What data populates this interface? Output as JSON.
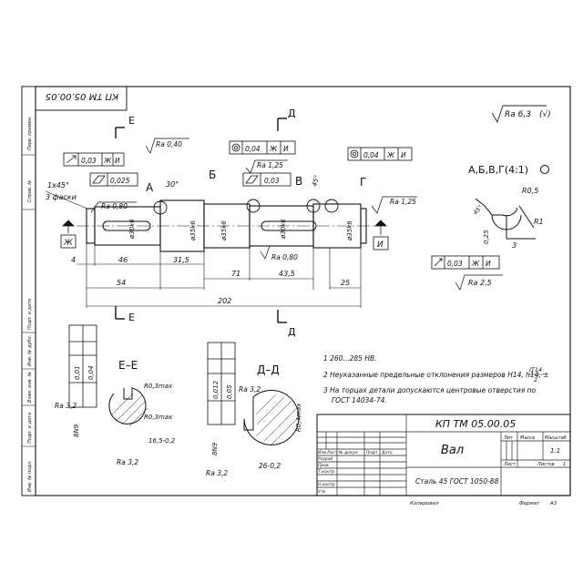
{
  "stamp_top": "КП ТМ 05.00.05",
  "roughness_general": "Ra 6,3",
  "section_marks": {
    "E": "Е",
    "D": "Д"
  },
  "views": {
    "main_letters": {
      "A": "А",
      "B": "Б",
      "V": "В",
      "G": "Г"
    },
    "detail_label": "А,Б,В,Г(4:1)",
    "section_EE": "Е–Е",
    "section_DD": "Д–Д",
    "datum_Zh": "Ж",
    "datum_I": "И"
  },
  "annotations": {
    "chamfer": "1x45°",
    "chamfer_note": "3 фаски",
    "angle30": "30°",
    "angle45": "45°",
    "ra080": "Ra 0,80",
    "ra040": "Ra 0,40",
    "ra125": "Ra 1,25",
    "ra080b": "Ra 0,80",
    "ra125b": "Ra 1,25",
    "ra32": "Ra 3,2",
    "ra25": "Ra 2,5",
    "tol_003": "0,03",
    "tol_0025": "0,025",
    "tol_004": "0,04",
    "tol_003b": "0,03",
    "tol_004b": "0,04",
    "tol_003c": "0,03",
    "letter_Zh": "Ж",
    "letter_I": "И",
    "diameters": [
      "ø30k6",
      "ø35k6",
      "ø35k6",
      "ø30k6",
      "ø35k6"
    ],
    "r05": "R0,5",
    "r1": "R1",
    "d025": "0,25",
    "d3": "3"
  },
  "dimensions": {
    "d4": "4",
    "d46": "46",
    "d315": "31,5",
    "d71": "71",
    "d54": "54",
    "d435": "43,5",
    "d25": "25",
    "d202": "202"
  },
  "sections": {
    "ee": {
      "r03a": "R0,3max",
      "r03b": "R0,3max",
      "w": "8N9",
      "h": "16,5-0,2",
      "ra32a": "Ra 3,2",
      "ra32b": "Ra 3,2",
      "tol": [
        "0,01",
        "0,04"
      ]
    },
    "dd": {
      "r04": "R0,4max",
      "w": "8N9",
      "h": "26-0,2",
      "ra32a": "Ra 3,2",
      "ra32b": "Ra 3,2",
      "tol": [
        "0,012",
        "0,05"
      ]
    }
  },
  "notes": [
    "1  260...285 HB.",
    "2  Неуказанные предельные отклонения размеров H14, h14, ±",
    "3  На торцах детали допускаются центровые отверстия по",
    "ГОСТ 14034-74."
  ],
  "note_fraction": {
    "num": "IT14",
    "den": "2"
  },
  "title_block": {
    "code": "КП ТМ 05.00.05",
    "name": "Вал",
    "material": "Сталь 45 ГОСТ 1050-88",
    "col_lit": "Лит",
    "col_mass": "Масса",
    "col_scale": "Масштаб",
    "scale_value": "1:1",
    "sheet": "Лист",
    "sheets": "Листов",
    "sheets_num": "1",
    "row_izm": "Изм",
    "row_list": "Лист",
    "row_doc": "№ докум",
    "row_sign": "Подп",
    "row_date": "Дата",
    "role_dev": "Разраб",
    "role_check": "Пров",
    "role_tcontr": "Т.контр",
    "role_ncontr": "Н.контр",
    "role_appr": "Утв",
    "copied": "Копировал",
    "format": "Формат",
    "format_value": "А3"
  },
  "side_strip": [
    "Перв. примен.",
    "Справ. №",
    "Подп. и дата",
    "Инв. № дубл.",
    "Взам. инв. №",
    "Подп. и дата",
    "Инв. № подл."
  ]
}
